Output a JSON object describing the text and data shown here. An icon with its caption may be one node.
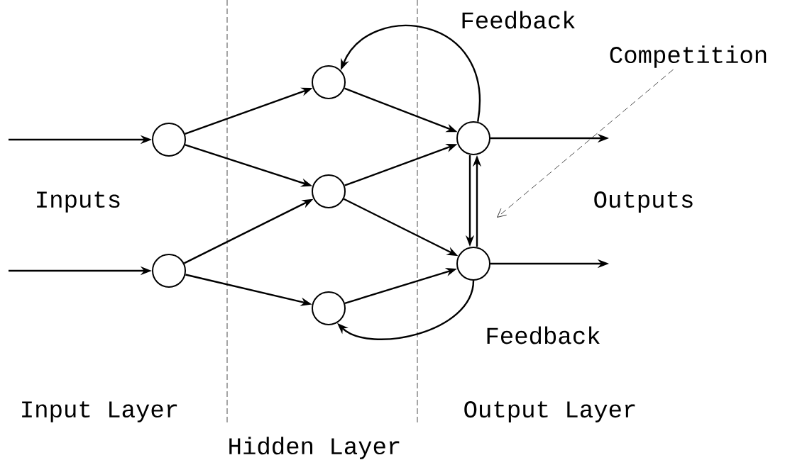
{
  "diagram": {
    "nodes": [
      {
        "text": [],
        "shape": "circle"
      },
      {
        "text": [],
        "shape": "circle"
      },
      {
        "text": [],
        "shape": "circle"
      },
      {
        "text": [],
        "shape": "circle"
      },
      {
        "text": [],
        "shape": "circle"
      },
      {
        "text": [],
        "shape": "circle"
      },
      {
        "text": [],
        "shape": "circle"
      },
      {
        "text": [
          "Competition"
        ]
      }
    ],
    "edges": [
      {
        "from": null,
        "to": 0,
        "arrow": "to"
      },
      {
        "from": null,
        "to": 1,
        "arrow": "to"
      },
      {
        "from": 0,
        "to": 2,
        "arrow": "to"
      },
      {
        "from": 0,
        "to": 3,
        "arrow": "to"
      },
      {
        "from": 1,
        "to": 3,
        "arrow": "to"
      },
      {
        "from": 1,
        "to": 4,
        "arrow": "to"
      },
      {
        "from": 2,
        "to": 5,
        "arrow": "to"
      },
      {
        "from": 3,
        "to": 5,
        "arrow": "to"
      },
      {
        "from": 3,
        "to": 6,
        "arrow": "to"
      },
      {
        "from": 4,
        "to": 6,
        "arrow": "to"
      },
      {
        "from": 5,
        "to": 2,
        "arrow": "to",
        "label": "Feedback"
      },
      {
        "from": 6,
        "to": 4,
        "arrow": "to",
        "label": "Feedback"
      },
      {
        "from": 5,
        "to": 6,
        "arrow": "to"
      },
      {
        "from": 6,
        "to": 5,
        "arrow": "to"
      },
      {
        "from": 5,
        "to": null,
        "arrow": "to"
      },
      {
        "from": 6,
        "to": null,
        "arrow": "to"
      },
      {
        "from": 7,
        "to": null,
        "arrow": "to",
        "style": "dashed"
      }
    ],
    "labels": [
      "Inputs",
      "Outputs",
      "Input Layer",
      "Output Layer",
      "Hidden Layer"
    ]
  }
}
